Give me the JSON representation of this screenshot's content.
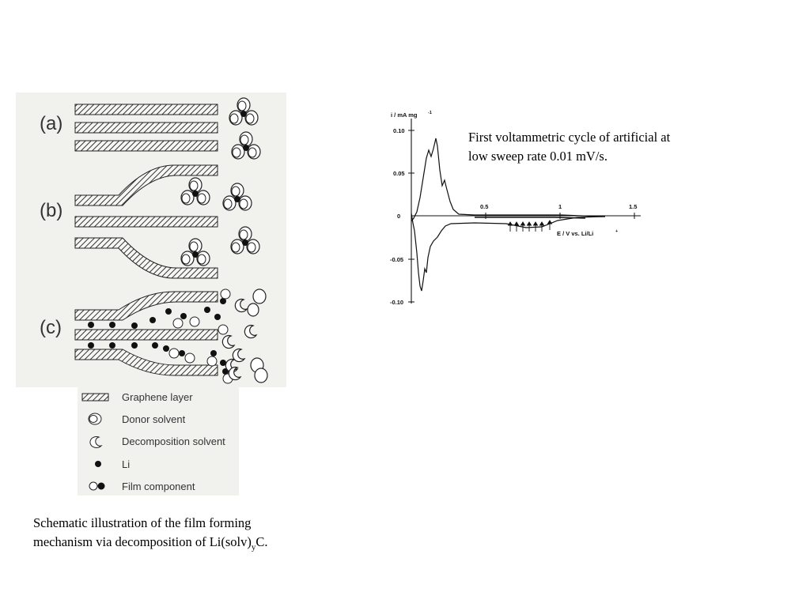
{
  "diagram": {
    "panels": [
      {
        "label": "(a)"
      },
      {
        "label": "(b)"
      },
      {
        "label": "(c)"
      }
    ],
    "legend": [
      {
        "icon": "graphene-layer-icon",
        "label": "Graphene layer"
      },
      {
        "icon": "donor-solvent-icon",
        "label": "Donor solvent"
      },
      {
        "icon": "decomposition-solvent-icon",
        "label": "Decomposition solvent"
      },
      {
        "icon": "li-icon",
        "label": "Li"
      },
      {
        "icon": "film-component-icon",
        "label": "Film component"
      }
    ],
    "caption": {
      "line1": "Schematic illustration of the film forming",
      "line2_prefix": "mechanism via decomposition of  Li(solv)",
      "line2_sub": "y",
      "line2_suffix": "C."
    }
  },
  "voltammogram": {
    "y_axis_label": "i / mA   mg",
    "y_axis_label_sup": "-1",
    "x_axis_label": "E / V   vs. Li/Li",
    "x_axis_label_sup": "+",
    "y_ticks": [
      "0.10",
      "0.05",
      "0",
      "-0.05",
      "-0.10"
    ],
    "x_ticks": [
      "0.5",
      "1",
      "1.5"
    ],
    "caption": {
      "line1": "First voltammetric cycle of  artificial at",
      "line2": "low sweep rate 0.01 mV/s."
    }
  }
}
